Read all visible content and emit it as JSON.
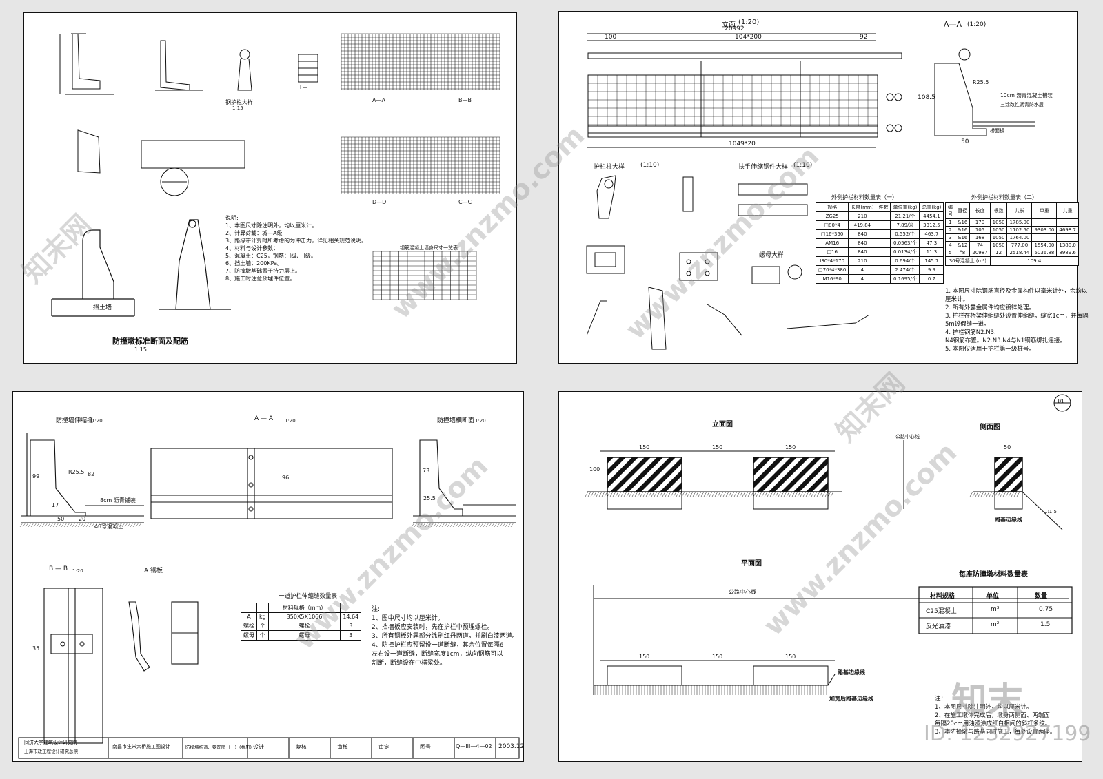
{
  "panel_tl": {
    "title": "防撞墩标准断面及配筋",
    "scale": "1:15",
    "notes_head": "说明:",
    "notes": [
      "1、本图尺寸除注明外，均以厘米计。",
      "2、计算荷载：城—A级",
      "3、路缘带计算时所考虑的为冲击力，详见相关规范说明。",
      "4、材料与设计参数：",
      "5、混凝土：C25，钢筋：I级、II级。",
      "6、挡土墙：200KPa。",
      "7、防撞墩基础置于持力层上。",
      "8、施工时注意预埋件位置。"
    ],
    "table_title": "钢筋混凝土墙身尺寸一览表",
    "labels": {
      "a": "A—A",
      "b": "B—B",
      "c": "C—C",
      "d": "D—D",
      "detail": "钢护栏大样",
      "s115": "1:15",
      "ii": "I — I",
      "retain": "挡土墙"
    }
  },
  "panel_tr": {
    "elev_title": "立面",
    "elev_scale": "(1:20)",
    "aa_title": "A—A",
    "aa_scale": "(1:20)",
    "dims": {
      "total": "20992",
      "left": "100",
      "mid": "104*200",
      "right": "92",
      "bottom": "1049*20",
      "h": "108.5",
      "w50": "50",
      "r": "R25.5"
    },
    "post_title": "护栏柱大样",
    "post_scale": "(1:10)",
    "rail_title": "扶手伸缩钢件大样",
    "rail_scale": "(1:10)",
    "bolt_title": "螺母大样",
    "table1_title": "外侧护栏材料数量表（一）",
    "table1_head": [
      "规格",
      "长度(mm)",
      "件数",
      "单位重(kg)",
      "总重(kg)"
    ],
    "table1_rows": [
      [
        "ZG25",
        "210",
        "21.21/个",
        "4454.1"
      ],
      [
        "□80*4",
        "419.84",
        "7.89/米",
        "3312.5"
      ],
      [
        "□16*350",
        "840",
        "0.552/个",
        "463.7"
      ],
      [
        "AM16",
        "840",
        "0.0563/个",
        "47.3"
      ],
      [
        "□16",
        "840",
        "0.0134/个",
        "11.3"
      ],
      [
        "Ⅰ30*4*170",
        "210",
        "0.694/个",
        "145.7"
      ],
      [
        "□70*4*380",
        "4",
        "2.474/个",
        "9.9"
      ],
      [
        "M16*90",
        "4",
        "0.1695/个",
        "0.7"
      ]
    ],
    "table2_title": "外侧护栏材料数量表（二）",
    "table2_head": [
      "编号",
      "直径",
      "长度",
      "根数",
      "共长",
      "单重",
      "共重"
    ],
    "table2_rows": [
      [
        "1",
        "&16",
        "170",
        "1050",
        "1785.00",
        "",
        ""
      ],
      [
        "2",
        "&16",
        "105",
        "1050",
        "1102.50",
        "9303.00",
        "4698.7"
      ],
      [
        "3",
        "&16",
        "168",
        "1050",
        "1764.00",
        "",
        ""
      ],
      [
        "4",
        "&12",
        "74",
        "1050",
        "777.00",
        "1554.00",
        "1380.0"
      ],
      [
        "5",
        "°8",
        "20987",
        "12",
        "2518.44",
        "5036.88",
        "8989.6"
      ]
    ],
    "table2_total": [
      "30号混凝土 (m³)",
      "109.4"
    ],
    "notes": [
      "1. 本图尺寸除钢筋直径及金属构件以毫米计外，余均以",
      "   厘米计。",
      "2. 所有外露金属件均应镀锌处理。",
      "3. 护栏在桥梁伸缩缝处设置伸缩缝，缝宽1cm，并每隔",
      "   5m设假缝一道。",
      "4. 护栏钢筋N2.N3.",
      "   N4钢筋布置。N2.N3.N4与N1钢筋绑扎连接。",
      "5. 本图仅适用于护栏第一级桩号。"
    ],
    "annots": [
      "10cm 沥青混凝土铺装",
      "三涂改性沥青防水层",
      "桥面板"
    ]
  },
  "panel_bl": {
    "fig1_title": "防撞墙伸缩缝",
    "fig1_scale": "1:20",
    "fig2_title": "A — A",
    "fig2_scale": "1:20",
    "fig3_title": "防撞墙横断面",
    "fig3_scale": "1:20",
    "fig4_title": "B — B",
    "fig4_scale": "1:20",
    "fig5_title": "A 钢板",
    "table_title": "一道护栏伸缩缝数量表",
    "table_rows": [
      [
        "A",
        "kg",
        "350X5X1066",
        "14.64"
      ],
      [
        "螺栓",
        "个",
        "螺栓",
        "3"
      ],
      [
        "螺母",
        "个",
        "螺母",
        "3"
      ]
    ],
    "table_head": "材料规格（mm）",
    "notes_head": "注:",
    "notes": [
      "1、图中尺寸均以厘米计。",
      "2、挡墙板应安装时，先在护栏中预埋螺栓。",
      "3、所有钢板外露部分涂刷红丹两道，并刷白漆两道。",
      "4、防撞护栏应预留设一道断缝，其余位置每隔6",
      "   左右设一道断缝，断缝宽度1cm，纵向钢筋可以",
      "   割断，断缝设在中横梁处。"
    ],
    "dims": [
      "99",
      "82",
      "50",
      "20",
      "17",
      "R25.5",
      "35",
      "96",
      "73",
      "25.5",
      "8cm 沥青铺装",
      "40号混凝土"
    ],
    "titleblock": [
      "同济大学建筑设计研究院",
      "上海市政工程设计研究总院",
      "南昌市生米大桥施工图设计",
      "防撞墙构造、钢筋图（一）(共册)",
      "设计",
      "复核",
      "审核",
      "审定",
      "图号",
      "Q—III—4—02",
      "2003.12"
    ]
  },
  "panel_br": {
    "elev_title": "立面图",
    "side_title": "侧面图",
    "plan_title": "平面图",
    "center_line": "公路中心线",
    "center_line2": "公路中心线",
    "edge_line": "路基边缘线",
    "edge_line2": "路基边缘线",
    "widen_line": "加宽后路基边缘线",
    "dim150": "150",
    "dim50": "50",
    "dim100": "100",
    "slope": "1:1.5",
    "table_title": "每座防撞墩材料数量表",
    "table_head": [
      "材料规格",
      "单位",
      "数量"
    ],
    "table_rows": [
      [
        "C25混凝土",
        "m³",
        "0.75"
      ],
      [
        "反光油漆",
        "m²",
        "1.5"
      ]
    ],
    "notes_head": "注：",
    "notes": [
      "1、本图尺寸除注明外，均以厘米计。",
      "2、在施工墩体完成后，墩身两侧面、两端面",
      "   每隔20cm用油漆涂成红白相间的斜杠条纹。",
      "3、本防撞墩与路基同时施工，每处设置两座。"
    ],
    "sheet_mark": "1/1"
  },
  "watermark": {
    "brand": "知末",
    "id": "ID: 1232927199",
    "site": "www.znzmo.com",
    "cn": "知末网"
  }
}
